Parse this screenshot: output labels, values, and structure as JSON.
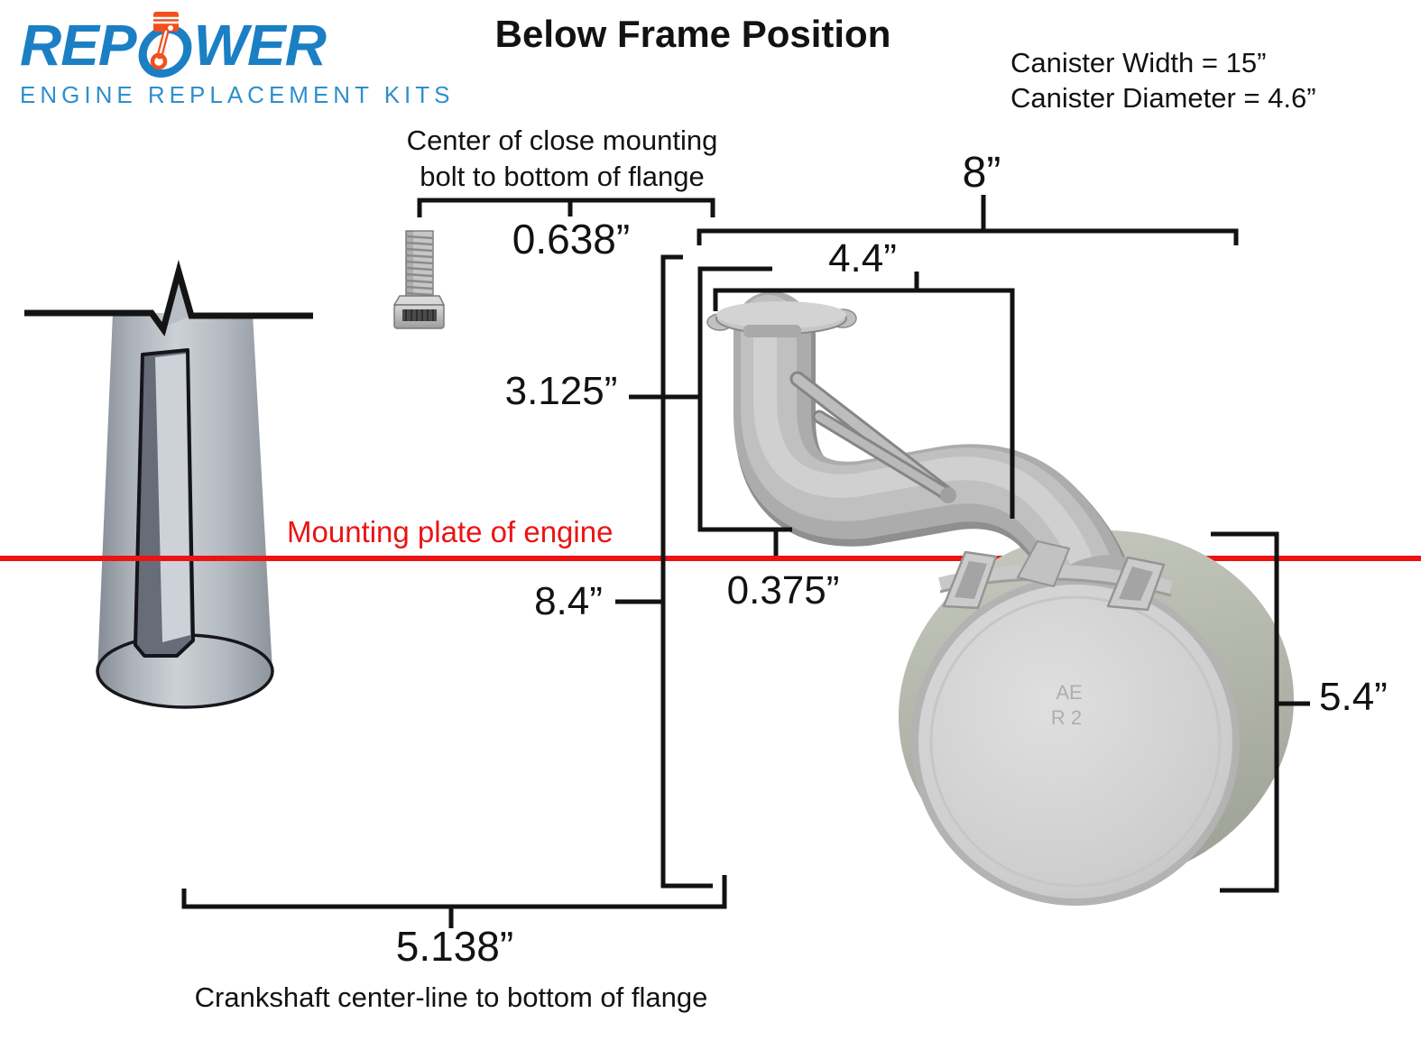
{
  "logo": {
    "brand_prefix": "REP",
    "brand_suffix": "WER",
    "tagline": "ENGINE REPLACEMENT KITS"
  },
  "header": {
    "title": "Below Frame Position"
  },
  "specs": {
    "width_line": "Canister Width = 15”",
    "diameter_line": "Canister Diameter = 4.6”"
  },
  "annotations": {
    "top_caption_line1": "Center of close mounting",
    "top_caption_line2": "bolt to bottom of flange",
    "mounting_plate": "Mounting plate of engine",
    "bottom_caption": "Crankshaft center-line to bottom of flange"
  },
  "dimensions": {
    "bolt_to_flange": "0.638”",
    "overall_width": "8”",
    "pipe_run": "4.4”",
    "flange_above_plate": "3.125”",
    "below_plate_depth": "8.4”",
    "drop_below_plate": "0.375”",
    "canister_below_plate": "5.4”",
    "crank_to_flange": "5.138”"
  },
  "stamp": {
    "line1": "AE",
    "line2": "R 2"
  },
  "colors": {
    "accent_red": "#ec1313",
    "logo_blue": "#1b7fc4",
    "logo_orange": "#f1501e",
    "line_black": "#121212"
  }
}
